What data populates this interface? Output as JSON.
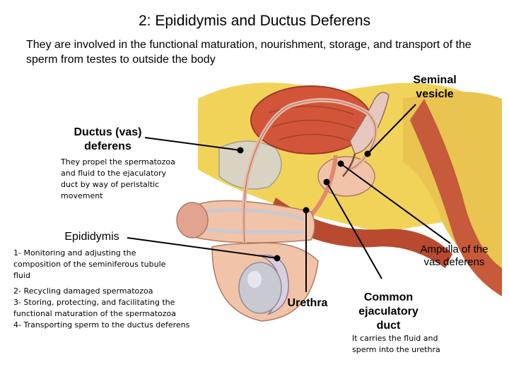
{
  "title": "2: Epididymis and Ductus Deferens",
  "intro": "They are involved in the functional maturation, nourishment, storage, and transport of the sperm from testes to outside the body",
  "labels": {
    "seminal_vesicle": [
      "Seminal",
      "vesicle"
    ],
    "ductus_deferens": [
      "Ductus (vas)",
      "deferens"
    ],
    "ductus_note": [
      "They propel the spermatozoa",
      "and fluid to the ejaculatory",
      "duct by way of peristaltic",
      "movement"
    ],
    "epididymis": "Epididymis",
    "epididymis_functions": [
      "1- Monitoring and adjusting the",
      "composition of the seminiferous tubule",
      "fluid",
      "2- Recycling damaged spermatozoa",
      "3- Storing, protecting, and facilitating the",
      "functional maturation of the spermatozoa",
      "4- Transporting sperm to the ductus deferens"
    ],
    "ampulla": [
      "Ampulla of the",
      "vas deferens"
    ],
    "urethra": "Urethra",
    "ejaculatory_duct": [
      "Common",
      "ejaculatory",
      "duct"
    ],
    "ejaculatory_note": [
      "It  carries  the  fluid  and",
      "sperm into the urethra"
    ]
  },
  "colors": {
    "fat": "#f2d35a",
    "muscle": "#c65a3a",
    "bladder": "#d2553a",
    "tissue": "#f1c3a8",
    "testis": "#c9c9d2",
    "bone": "#d9d3c4",
    "duct": "#e8b9a6",
    "leader": "#000000"
  }
}
